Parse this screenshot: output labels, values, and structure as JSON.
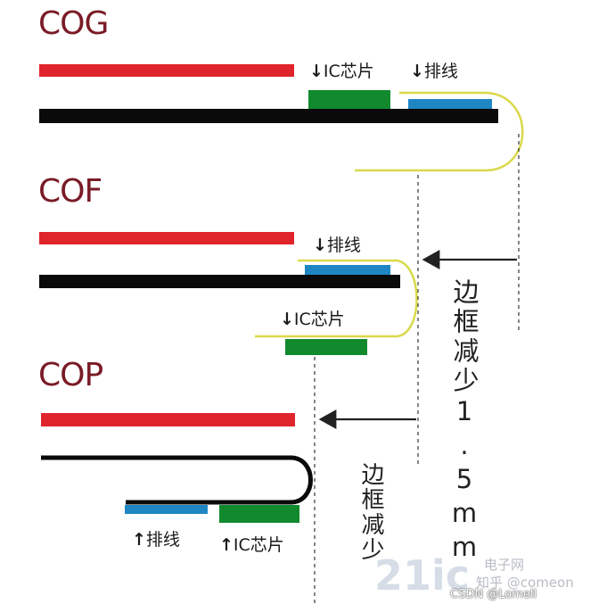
{
  "sections": [
    {
      "title": "COG"
    },
    {
      "title": "COF"
    },
    {
      "title": "COP"
    }
  ],
  "labels": {
    "ic_chip": "IC芯片",
    "flex_cable": "排线",
    "down_arrow": "↓",
    "up_arrow": "↑"
  },
  "annotations": {
    "bezel_reduced_1_5mm": "边框减少1.5mm",
    "bezel_reduced": "边框减少"
  },
  "watermarks": {
    "site_logo": "21ic",
    "site_name": "电子网",
    "zhihu": "知乎 @comeon",
    "csdn": "CSDN @Lomell"
  },
  "colors": {
    "glass_panel": "#e0242b",
    "substrate": "#0a0a0a",
    "ic_chip": "#118a2e",
    "flex_cable": "#1f86c4",
    "flex_bend": "#d9d94a",
    "title": "#7a1b26"
  }
}
